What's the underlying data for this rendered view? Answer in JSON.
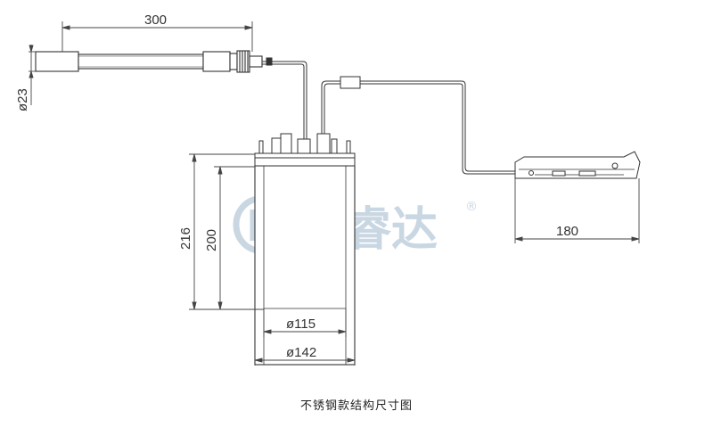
{
  "dimensions": {
    "probe_length": "300",
    "probe_diameter": "ø23",
    "enclosure_height_total": "216",
    "enclosure_height_body": "200",
    "inner_diameter": "ø115",
    "outer_diameter": "ø142",
    "sensor_length": "180"
  },
  "watermark": {
    "brand_text": "合睿达",
    "registered_mark": "®",
    "color": "#c9d7e3"
  },
  "caption": "不锈钢款结构尺寸图",
  "colors": {
    "line": "#333333",
    "dim": "#444444"
  }
}
